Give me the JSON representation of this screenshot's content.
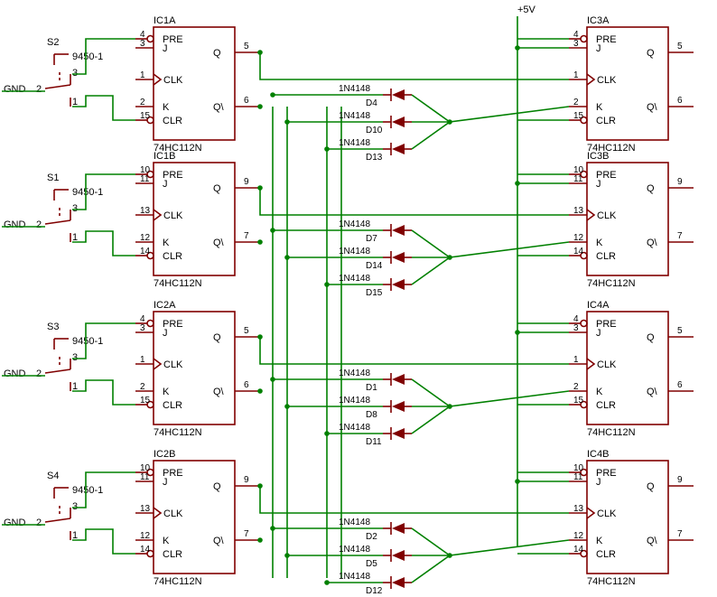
{
  "colors": {
    "wire": "#008000",
    "symbol": "#800000",
    "text": "#000000",
    "background": "#ffffff"
  },
  "power_label": "+5V",
  "part_value": "74HC112N",
  "diode_value": "1N4148",
  "switch_value": "9450-1",
  "gnd_label": "GND",
  "pin_labels": {
    "pre": "PRE",
    "j": "J",
    "clk": "CLK",
    "k": "K",
    "clr": "CLR",
    "q": "Q",
    "qn": "Q\\"
  },
  "switch_pins": {
    "p1": "1",
    "p2": "2",
    "p3": "3"
  },
  "left_chips": [
    {
      "name": "IC1A",
      "switch": "S2",
      "pins": {
        "pre": "4",
        "j": "3",
        "clk": "1",
        "k": "2",
        "clr": "15",
        "q": "5",
        "qn": "6"
      }
    },
    {
      "name": "IC1B",
      "switch": "S1",
      "pins": {
        "pre": "10",
        "j": "11",
        "clk": "13",
        "k": "12",
        "clr": "14",
        "q": "9",
        "qn": "7"
      }
    },
    {
      "name": "IC2A",
      "switch": "S3",
      "pins": {
        "pre": "4",
        "j": "3",
        "clk": "1",
        "k": "2",
        "clr": "15",
        "q": "5",
        "qn": "6"
      }
    },
    {
      "name": "IC2B",
      "switch": "S4",
      "pins": {
        "pre": "10",
        "j": "11",
        "clk": "13",
        "k": "12",
        "clr": "14",
        "q": "9",
        "qn": "7"
      }
    }
  ],
  "right_chips": [
    {
      "name": "IC3A",
      "pins": {
        "pre": "4",
        "j": "3",
        "clk": "1",
        "k": "2",
        "clr": "15",
        "q": "5",
        "qn": "6"
      }
    },
    {
      "name": "IC3B",
      "pins": {
        "pre": "10",
        "j": "11",
        "clk": "13",
        "k": "12",
        "clr": "14",
        "q": "9",
        "qn": "7"
      }
    },
    {
      "name": "IC4A",
      "pins": {
        "pre": "4",
        "j": "3",
        "clk": "1",
        "k": "2",
        "clr": "15",
        "q": "5",
        "qn": "6"
      }
    },
    {
      "name": "IC4B",
      "pins": {
        "pre": "10",
        "j": "11",
        "clk": "13",
        "k": "12",
        "clr": "14",
        "q": "9",
        "qn": "7"
      }
    }
  ],
  "diode_groups": [
    [
      "D4",
      "D10",
      "D13"
    ],
    [
      "D7",
      "D14",
      "D15"
    ],
    [
      "D1",
      "D8",
      "D11"
    ],
    [
      "D2",
      "D5",
      "D12"
    ]
  ]
}
